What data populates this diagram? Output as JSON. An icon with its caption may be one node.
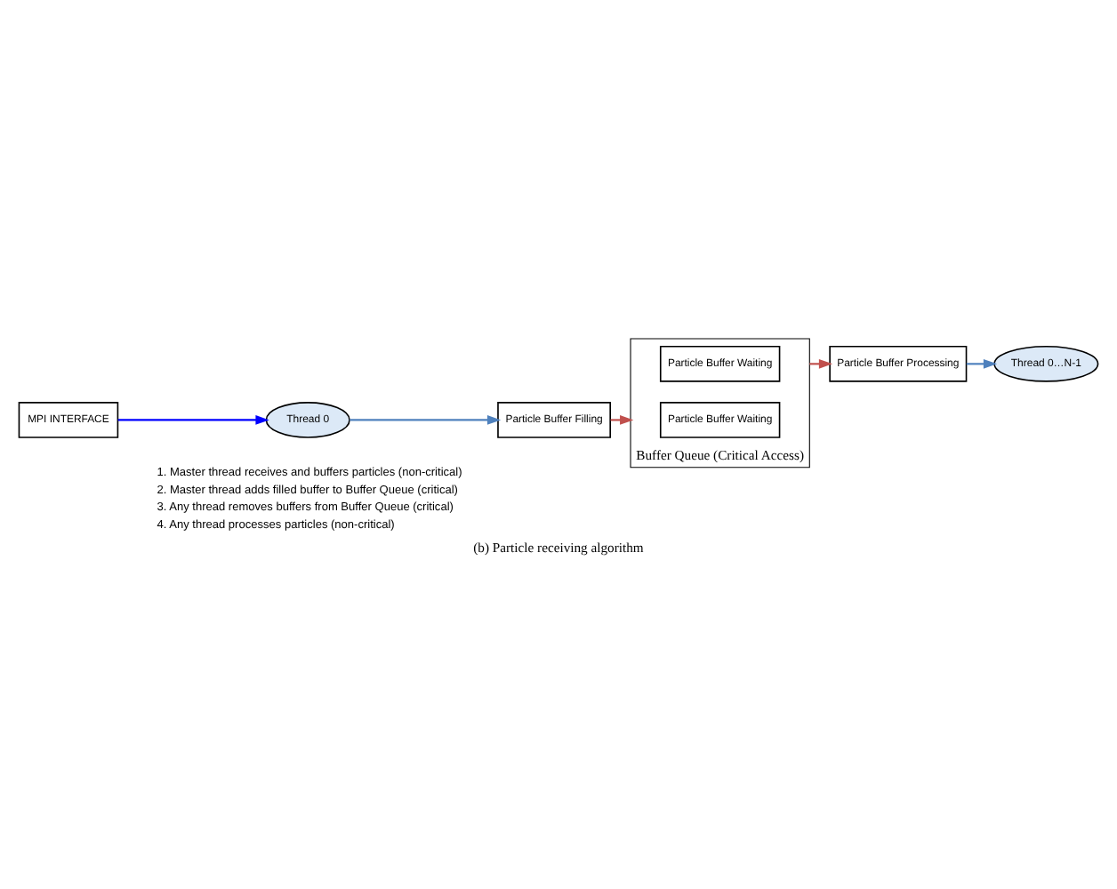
{
  "diagram": {
    "caption": "(b) Particle receiving algorithm",
    "nodes": [
      {
        "text": [
          "MPI INTERFACE"
        ]
      },
      {
        "text": [
          "Thread 0"
        ]
      },
      {
        "text": [
          "Particle Buffer Filling"
        ]
      },
      {
        "text": [
          "Buffer Queue (Critical Access)"
        ]
      },
      {
        "text": [
          "Particle Buffer Waiting"
        ],
        "in": 3
      },
      {
        "text": [
          "Particle Buffer Waiting"
        ],
        "in": 3
      },
      {
        "text": [
          "Particle Buffer Processing"
        ]
      },
      {
        "text": [
          "Thread 0…N-1"
        ]
      }
    ],
    "edges": [
      {
        "from": 0,
        "to": 1,
        "arrow": "to",
        "color": "#0000ff"
      },
      {
        "from": 1,
        "to": 2,
        "arrow": "to",
        "color": "#4f81bd"
      },
      {
        "from": 2,
        "to": 3,
        "arrow": "to",
        "color": "#c0504d"
      },
      {
        "from": 3,
        "to": 6,
        "arrow": "to",
        "color": "#c0504d"
      },
      {
        "from": 6,
        "to": 7,
        "arrow": "to",
        "color": "#4f81bd"
      }
    ],
    "labels": [
      "1. Master thread receives and buffers particles (non-critical)",
      "2. Master thread adds filled buffer to Buffer Queue (critical)",
      "3. Any thread removes buffers from Buffer Queue (critical)",
      "4. Any thread processes particles (non-critical)"
    ]
  }
}
